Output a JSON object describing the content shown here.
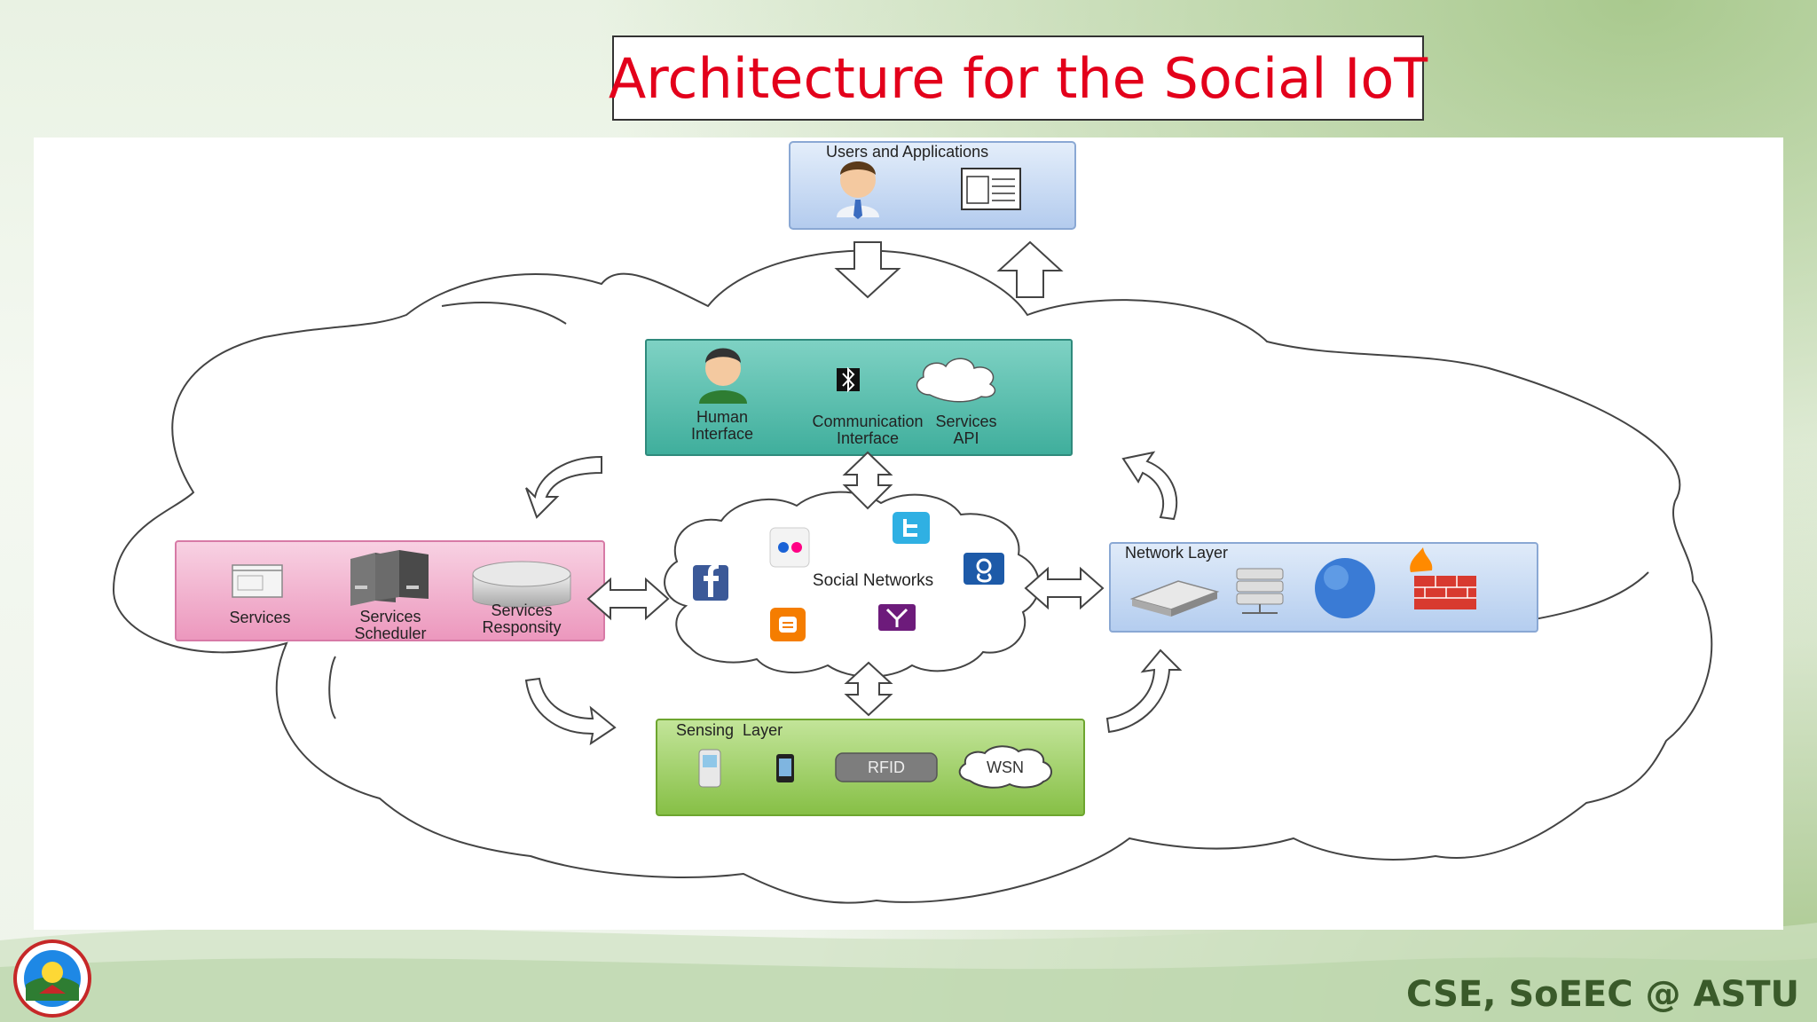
{
  "slide": {
    "title": "Architecture for the Social IoT",
    "footer": "CSE, SoEEC @ ASTU"
  },
  "diagram": {
    "users": {
      "title": "Users and Applications"
    },
    "interfaces": {
      "human": [
        "Human",
        "Interface"
      ],
      "communication": [
        "Communication",
        "Interface"
      ],
      "api": [
        "Services",
        "API"
      ]
    },
    "social": {
      "center_label": "Social Networks"
    },
    "services": {
      "services": [
        "Services"
      ],
      "scheduler": [
        "Services",
        "Scheduler"
      ],
      "repository": [
        "Services",
        "Responsity"
      ]
    },
    "network": {
      "title": "Network Layer"
    },
    "sensing": {
      "title": "Sensing  Layer",
      "rfid": "RFID",
      "wsn": "WSN"
    }
  },
  "colors": {
    "title": "#e3001b",
    "users_panel": "#c7d9f1",
    "interface_panel": "#5fbfb0",
    "services_panel": "#f2b3cf",
    "network_panel": "#c9dbf3",
    "sensing_panel": "#9fd062",
    "footer": "#3a5a2a"
  },
  "icons": [
    "user-icon",
    "document-icon",
    "person-icon",
    "bluetooth-icon",
    "cloud-icon",
    "flickr-icon",
    "twitter-icon",
    "facebook-icon",
    "google-icon",
    "blogger-icon",
    "yahoo-icon",
    "window-icon",
    "servers-icon",
    "disk-icon",
    "router-icon",
    "database-icon",
    "globe-icon",
    "firewall-icon",
    "mobile-phone-icon",
    "smartphone-icon",
    "university-logo"
  ]
}
